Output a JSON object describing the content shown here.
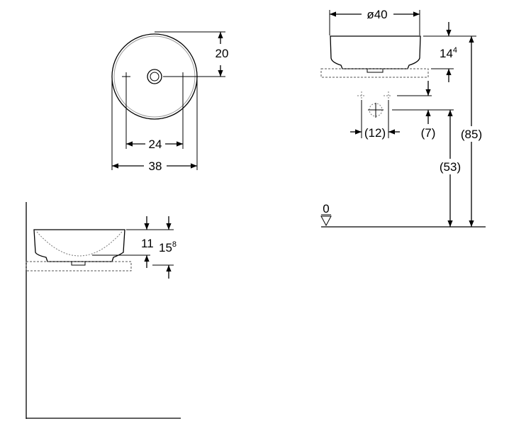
{
  "top_view": {
    "dim_depth": "20",
    "dim_tap_spacing": "24",
    "dim_width": "38"
  },
  "front_view": {
    "dim_diameter": "ø40",
    "dim_height_main": "14",
    "dim_height_sup": "4",
    "dim_tap_spacing": "(12)",
    "dim_drain_offset": "(7)",
    "dim_drain_height": "(53)",
    "dim_total_height": "(85)",
    "floor_level": "0"
  },
  "side_view": {
    "dim_bowl_height": "11",
    "dim_total_main": "15",
    "dim_total_sup": "8"
  }
}
